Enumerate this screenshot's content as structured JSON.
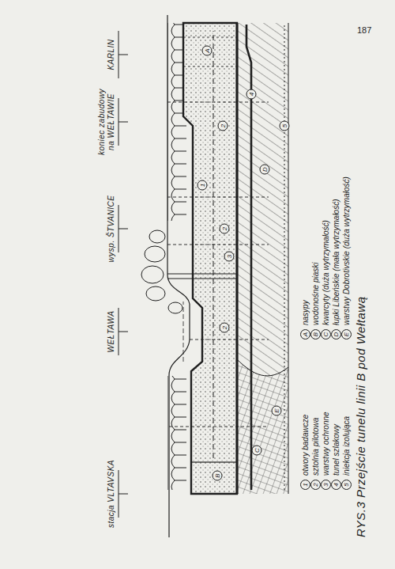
{
  "diagram": {
    "caption": "RYS.3 Przejście tunelu linii B pod Wełtawą",
    "labels": [
      "187",
      "KARLIN",
      "koniec zabudowy na WEŁTAWIE",
      "wysp. ŠTVANICE",
      "WEŁTAWA",
      "stacja VLTAVSKA",
      "A",
      "2",
      "2",
      "2",
      "3",
      "1",
      "4",
      "5",
      "B",
      "C",
      "D",
      "E",
      "1",
      "2",
      "3",
      "4",
      "5",
      "A",
      "B",
      "C",
      "D",
      "E"
    ],
    "legend": [
      {
        "text": "otwory badawcze"
      },
      {
        "text": "sztolnia pilotowa"
      },
      {
        "text": "warstwy ochronne"
      },
      {
        "text": "tunel szlakowy"
      },
      {
        "text": "iniekcja izolująca"
      },
      {
        "text": "nasypy"
      },
      {
        "text": "wodonośne piaski"
      },
      {
        "text": "kwarcyty (duża wytrzymałość)"
      },
      {
        "text": "łupki Libeńskie (mała wytrzymałość)"
      },
      {
        "text": "warstwy Dobrotivskie (duża wytrzymałość)"
      }
    ]
  }
}
